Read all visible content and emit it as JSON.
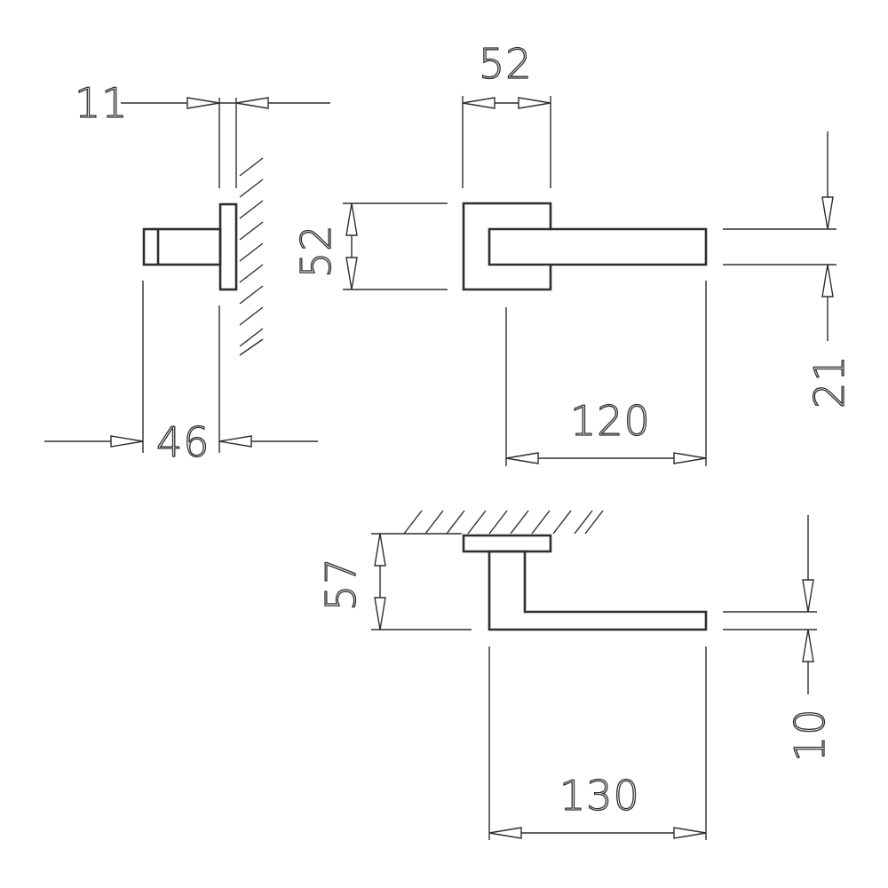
{
  "dimensions": {
    "rose_thickness": "11",
    "rose_width": "52",
    "rose_height": "52",
    "projection": "46",
    "lever_length": "120",
    "lever_width": "21",
    "lever_depth": "57",
    "lever_total_length": "130",
    "lever_thickness": "10"
  },
  "line_color": "#2e2e2e",
  "background_color": "#ffffff"
}
